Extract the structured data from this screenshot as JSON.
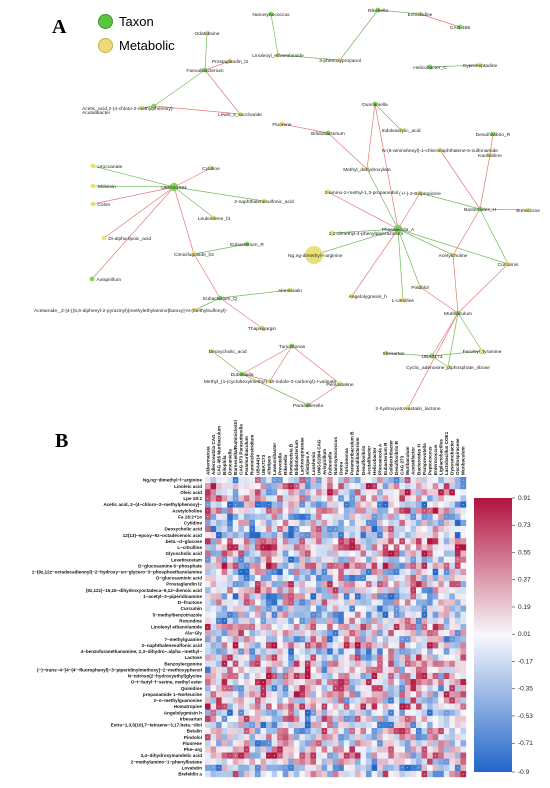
{
  "panel_a": {
    "label": "A",
    "legend": [
      {
        "label": "Taxon",
        "color": "#5ac63a"
      },
      {
        "label": "Metabolic",
        "color": "#f0d97a"
      }
    ]
  },
  "network": {
    "colors": {
      "taxon": "#7ed957",
      "metabolic": "#e9e07a",
      "positive_edge": "#e26a6a",
      "negative_edge": "#64b14c"
    },
    "nodes": [
      {
        "id": "Odatobsine",
        "type": "metabolic"
      },
      {
        "id": "Faecalibacterium",
        "type": "taxon"
      },
      {
        "id": "Prostaglandin_l2",
        "type": "metabolic"
      },
      {
        "id": "Acetic_acid,2-(4-chloro-2-methylphenoxy)-",
        "type": "metabolic"
      },
      {
        "id": "Acutalibacter",
        "type": "taxon"
      },
      {
        "id": "Lewis_x_saccharide",
        "type": "metabolic"
      },
      {
        "id": "Nanosynococcus",
        "type": "taxon"
      },
      {
        "id": "Linoleoyl_ethanolamide",
        "type": "metabolic"
      },
      {
        "id": "3-phenoxypropanol",
        "type": "metabolic"
      },
      {
        "id": "Rikenella",
        "type": "taxon"
      },
      {
        "id": "Echiskidine",
        "type": "metabolic"
      },
      {
        "id": "CAG-485",
        "type": "taxon"
      },
      {
        "id": "Helicobacter_C",
        "type": "taxon"
      },
      {
        "id": "Cyproheptadine",
        "type": "metabolic"
      },
      {
        "id": "Desulfovibrio_R",
        "type": "taxon"
      },
      {
        "id": "Duncaniella",
        "type": "taxon"
      },
      {
        "id": "Indoleacrylic_acid",
        "type": "metabolic"
      },
      {
        "id": "Fluorene",
        "type": "metabolic"
      },
      {
        "id": "Bifidobacterium",
        "type": "taxon"
      },
      {
        "id": "N-(6-aminohexyl)-1-chloronaphthalene-5-sulfonamide",
        "type": "metabolic"
      },
      {
        "id": "Methyl_dehydroxylate",
        "type": "metabolic"
      },
      {
        "id": "Kaolsioline",
        "type": "metabolic"
      },
      {
        "id": "Uroccanate",
        "type": "metabolic"
      },
      {
        "id": "Cytidine",
        "type": "metabolic"
      },
      {
        "id": "Shikimin",
        "type": "metabolic"
      },
      {
        "id": "UMGS1994",
        "type": "taxon"
      },
      {
        "id": "Colon",
        "type": "metabolic"
      },
      {
        "id": "2-naphthalenesulfonic_acid",
        "type": "metabolic"
      },
      {
        "id": "Leukotriene_f4",
        "type": "metabolic"
      },
      {
        "id": "Di-alpha-lipoic_acid",
        "type": "metabolic"
      },
      {
        "id": "Avispirillum",
        "type": "taxon"
      },
      {
        "id": "Cimicifugoside_h2",
        "type": "metabolic"
      },
      {
        "id": "Eubacterium_R",
        "type": "taxon"
      },
      {
        "id": "Eubacterium_Q",
        "type": "taxon"
      },
      {
        "id": "Alonesiatin",
        "type": "metabolic"
      },
      {
        "id": "Acetamide,_2-[4-[(5,6-diphenyl-2-pyrazinyl)(methylethylamino]butoxy]-N-(methylsulfonyl)-",
        "type": "metabolic"
      },
      {
        "id": "Thapsigargin",
        "type": "metabolic"
      },
      {
        "id": "2-amino-2-methyl-1,3-propanediol",
        "type": "metabolic"
      },
      {
        "id": "(+/-)-3-Bispropicine",
        "type": "metabolic"
      },
      {
        "id": "Bacteroides_H",
        "type": "taxon"
      },
      {
        "id": "Sunocicine",
        "type": "metabolic"
      },
      {
        "id": "1,1-dimethyl-4-phenylpiperazinium",
        "type": "metabolic"
      },
      {
        "id": "Phocaeicola_A",
        "type": "taxon"
      },
      {
        "id": "Ng,ng-dimethyl-l-arginine",
        "type": "metabolic"
      },
      {
        "id": "Acetylcholine",
        "type": "metabolic"
      },
      {
        "id": "Curcumin",
        "type": "metabolic"
      },
      {
        "id": "Angelolygmisin_h",
        "type": "metabolic"
      },
      {
        "id": "Pindolol",
        "type": "metabolic"
      },
      {
        "id": "L-citrulline",
        "type": "metabolic"
      },
      {
        "id": "Muribaculum",
        "type": "taxon"
      },
      {
        "id": "Irbesartan",
        "type": "metabolic"
      },
      {
        "id": "UBA7173",
        "type": "taxon"
      },
      {
        "id": "Feruloyl_tyramine",
        "type": "metabolic"
      },
      {
        "id": "Cyclic_adenosine_diphosphate_ribose",
        "type": "metabolic"
      },
      {
        "id": "Deoxycholic_acid",
        "type": "metabolic"
      },
      {
        "id": "Turicimonas",
        "type": "taxon"
      },
      {
        "id": "Dubosiella",
        "type": "taxon"
      },
      {
        "id": "Methyl_(1-(cyclohexylmethyl)-1h-indole-3-carbonyl)-l-valinate",
        "type": "metabolic"
      },
      {
        "id": "Pentostatine",
        "type": "metabolic"
      },
      {
        "id": "2-hydroxyatorvastatin_lactone",
        "type": "metabolic"
      },
      {
        "id": "Parasutterella",
        "type": "taxon"
      }
    ],
    "edges": [
      [
        "Faecalibacterium",
        "Odatobsine",
        "neg"
      ],
      [
        "Faecalibacterium",
        "Prostaglandin_l2",
        "pos"
      ],
      [
        "Faecalibacterium",
        "Lewis_x_saccharide",
        "pos"
      ],
      [
        "Faecalibacterium",
        "Acutalibacter",
        "neg"
      ],
      [
        "Acutalibacter",
        "Acetic_acid,2-(4-chloro-2-methylphenoxy)-",
        "neg"
      ],
      [
        "Acutalibacter",
        "Lewis_x_saccharide",
        "pos"
      ],
      [
        "Nanosynococcus",
        "Linoleoyl_ethanolamide",
        "neg"
      ],
      [
        "Linoleoyl_ethanolamide",
        "3-phenoxypropanol",
        "neg"
      ],
      [
        "Rikenella",
        "3-phenoxypropanol",
        "neg"
      ],
      [
        "Rikenella",
        "Echiskidine",
        "neg"
      ],
      [
        "Echiskidine",
        "CAG-485",
        "pos"
      ],
      [
        "Helicobacter_C",
        "Cyproheptadine",
        "neg"
      ],
      [
        "Desulfovibrio_R",
        "Kaolsioline",
        "pos"
      ],
      [
        "Duncaniella",
        "Indoleacrylic_acid",
        "neg"
      ],
      [
        "Duncaniella",
        "Methyl_dehydroxylate",
        "pos"
      ],
      [
        "Duncaniella",
        "Phocaeicola_A",
        "pos"
      ],
      [
        "Fluorene",
        "Bifidobacterium",
        "pos"
      ],
      [
        "Bifidobacterium",
        "Methyl_dehydroxylate",
        "pos"
      ],
      [
        "Methyl_dehydroxylate",
        "Phocaeicola_A",
        "neg"
      ],
      [
        "N-(6-aminohexyl)-1-chloronaphthalene-5-sulfonamide",
        "Bacteroides_H",
        "pos"
      ],
      [
        "Kaolsioline",
        "Bacteroides_H",
        "pos"
      ],
      [
        "Bacteroides_H",
        "Sunocicine",
        "pos"
      ],
      [
        "Bacteroides_H",
        "(+/-)-3-Bispropicine",
        "neg"
      ],
      [
        "Bacteroides_H",
        "Acetylcholine",
        "pos"
      ],
      [
        "Bacteroides_H",
        "Curcumin",
        "neg"
      ],
      [
        "(+/-)-3-Bispropicine",
        "Phocaeicola_A",
        "pos"
      ],
      [
        "Uroccanate",
        "UMGS1994",
        "neg"
      ],
      [
        "Cytidine",
        "UMGS1994",
        "pos"
      ],
      [
        "Shikimin",
        "UMGS1994",
        "neg"
      ],
      [
        "Colon",
        "UMGS1994",
        "pos"
      ],
      [
        "UMGS1994",
        "2-naphthalenesulfonic_acid",
        "neg"
      ],
      [
        "UMGS1994",
        "Leukotriene_f4",
        "neg"
      ],
      [
        "UMGS1994",
        "Di-alpha-lipoic_acid",
        "pos"
      ],
      [
        "UMGS1994",
        "Avispirillum",
        "pos"
      ],
      [
        "UMGS1994",
        "Cimicifugoside_h2",
        "pos"
      ],
      [
        "Cimicifugoside_h2",
        "Eubacterium_R",
        "neg"
      ],
      [
        "Cimicifugoside_h2",
        "Eubacterium_Q",
        "pos"
      ],
      [
        "Eubacterium_Q",
        "Alonesiatin",
        "neg"
      ],
      [
        "Eubacterium_Q",
        "Acetamide,_2-[4-[(5,6-diphenyl-2-pyrazinyl)(methylethylamino]butoxy]-N-(methylsulfonyl)-",
        "neg"
      ],
      [
        "Eubacterium_Q",
        "Thapsigargin",
        "pos"
      ],
      [
        "2-amino-2-methyl-1,3-propanediol",
        "Phocaeicola_A",
        "pos"
      ],
      [
        "1,1-dimethyl-4-phenylpiperazinium",
        "Phocaeicola_A",
        "neg"
      ],
      [
        "Ng,ng-dimethyl-l-arginine",
        "Phocaeicola_A",
        "neg"
      ],
      [
        "Phocaeicola_A",
        "Angelolygmisin_h",
        "pos"
      ],
      [
        "Phocaeicola_A",
        "L-citrulline",
        "neg"
      ],
      [
        "Phocaeicola_A",
        "Pindolol",
        "neg"
      ],
      [
        "Phocaeicola_A",
        "Acetylcholine",
        "neg"
      ],
      [
        "Phocaeicola_A",
        "Curcumin",
        "neg"
      ],
      [
        "Acetylcholine",
        "Muribaculum",
        "pos"
      ],
      [
        "Curcumin",
        "Muribaculum",
        "pos"
      ],
      [
        "Pindolol",
        "Muribaculum",
        "pos"
      ],
      [
        "Muribaculum",
        "Feruloyl_tyramine",
        "neg"
      ],
      [
        "Muribaculum",
        "UBA7173",
        "pos"
      ],
      [
        "Muribaculum",
        "Cyclic_adenosine_diphosphate_ribose",
        "neg"
      ],
      [
        "Muribaculum",
        "2-hydroxyatorvastatin_lactone",
        "pos"
      ],
      [
        "Irbesartan",
        "UBA7173",
        "neg"
      ],
      [
        "UBA7173",
        "Feruloyl_tyramine",
        "neg"
      ],
      [
        "UBA7173",
        "Cyclic_adenosine_diphosphate_ribose",
        "neg"
      ],
      [
        "Deoxycholic_acid",
        "Dubosiella",
        "neg"
      ],
      [
        "Turicimonas",
        "Dubosiella",
        "pos"
      ],
      [
        "Turicimonas",
        "Pentostatine",
        "pos"
      ],
      [
        "Turicimonas",
        "Methyl_(1-(cyclohexylmethyl)-1h-indole-3-carbonyl)-l-valinate",
        "pos"
      ],
      [
        "Dubosiella",
        "Methyl_(1-(cyclohexylmethyl)-1h-indole-3-carbonyl)-l-valinate",
        "pos"
      ],
      [
        "Dubosiella",
        "Parasutterella",
        "neg"
      ],
      [
        "Pentostatine",
        "Parasutterella",
        "pos"
      ]
    ]
  },
  "panel_b": {
    "label": "B"
  },
  "chart_data": {
    "type": "heatmap",
    "x_labels": [
      "Akkermansia",
      "Adlercreutzia CAG",
      "CAG 485 Muribaculum",
      "Bilophila",
      "Duncaniella",
      "Barnesiella/Ruminiclostridium",
      "CAG 873 Parasutterella",
      "Paramuribaculum",
      "Ruminiclostridium",
      "UBA4414",
      "UBA7173",
      "Alistipes",
      "Lawsonibacter",
      "Prevotella",
      "Rikenella",
      "Romboutsia B",
      "Bifidobacterium",
      "Lachnospiraceae",
      "Alistipes A",
      "Luoshenia",
      "UMGS1994 CAG",
      "Avispirillum",
      "Dubosiella",
      "Nanosynococcus",
      "Dorea",
      "Turicimonas",
      "Paramuribaculum B",
      "Faecalibacterium",
      "Desulfovibrio",
      "Acutalibacter",
      "Helicobacter",
      "Phocaeicola A",
      "Eubacterium R",
      "Colidextribacter",
      "Desulfovibrio R",
      "CAG 273",
      "Muribaculum",
      "Acetatifactor",
      "Bacteroides H",
      "Paraprevotella",
      "Peptococcus",
      "Enterococcus",
      "Ligilactobacillus",
      "Lactobacillus COE1",
      "Dysosmobacter",
      "Oscillospiraceae",
      "Muribaculum"
    ],
    "y_labels": [
      "Ng,ng−dimethyl−l−arginine",
      "Linoleic acid",
      "Oleic acid",
      "Lpe 18:2",
      "Acetic acid, 2−(4−chloro−2−methylphenoxy)−",
      "Acetylcholine",
      "Fa 18:2+1o",
      "Cytidine",
      "Deoxycholic acid",
      "12(13)−epoxy−9z−octadecenoic acid",
      ".beta.−d−glucose",
      "L−citrulline",
      "Glycocholic acid",
      "Levetiracetam",
      "D−glucosamine 6−phosphate",
      "1−(9z,12z−octadecadienoyl)−2−hydroxy−sn−glycero−3−phosphoethanolamine",
      "D−glucosaminic acid",
      "Prostaglandin l2",
      "(9z,12z)−15,16−dihydroxyoctadeca−9,12−dienoic acid",
      "1−acetyl−3−piperidinamine",
      "D−fructose",
      "Curcumin",
      "5−methylbenzotriazole",
      "Rotundine",
      "Linoleoyl ethanolamide",
      "Ala−Gly",
      "7−methylguanine",
      "2−naphthalenesulfonic acid",
      "4−benzofuranethanamine, 2,3−dihydro−.alpha.−methyl−",
      "Lactose",
      "Benzoylecgonine",
      "(−)−trans−4−[4−(4'−fluorophenyl)−3−piperidinylmethoxy]−2−methoxyphenol",
      "N−nitroso(2−hydroxyethyl)glycine",
      "O−t−butyl−l−serine, methyl ester",
      "Quinidine",
      "propanamide 1−Norleucine",
      "2−o−methylguanosine",
      "Homatropine",
      "Angelolygmisin h",
      "Irbesartan",
      "Estra−1,3,5(10),7−tetraene−3,17.beta.−diol",
      "Betalin",
      "Pindolol",
      "Fluorene",
      "Phe−arg",
      "3,4−dihydroxymandelic acid",
      "2−methylamino−1−phenylbutane",
      "Lovatatin",
      "Brefeldin a"
    ],
    "color_scale": {
      "min": -0.9,
      "max": 0.91,
      "ticks": [
        0.91,
        0.73,
        0.55,
        0.37,
        0.19,
        0.01,
        -0.17,
        -0.35,
        -0.53,
        -0.71,
        -0.9
      ],
      "colors": [
        "#2166c9",
        "#f8f8fb",
        "#b2123d"
      ]
    },
    "seed": 7
  }
}
